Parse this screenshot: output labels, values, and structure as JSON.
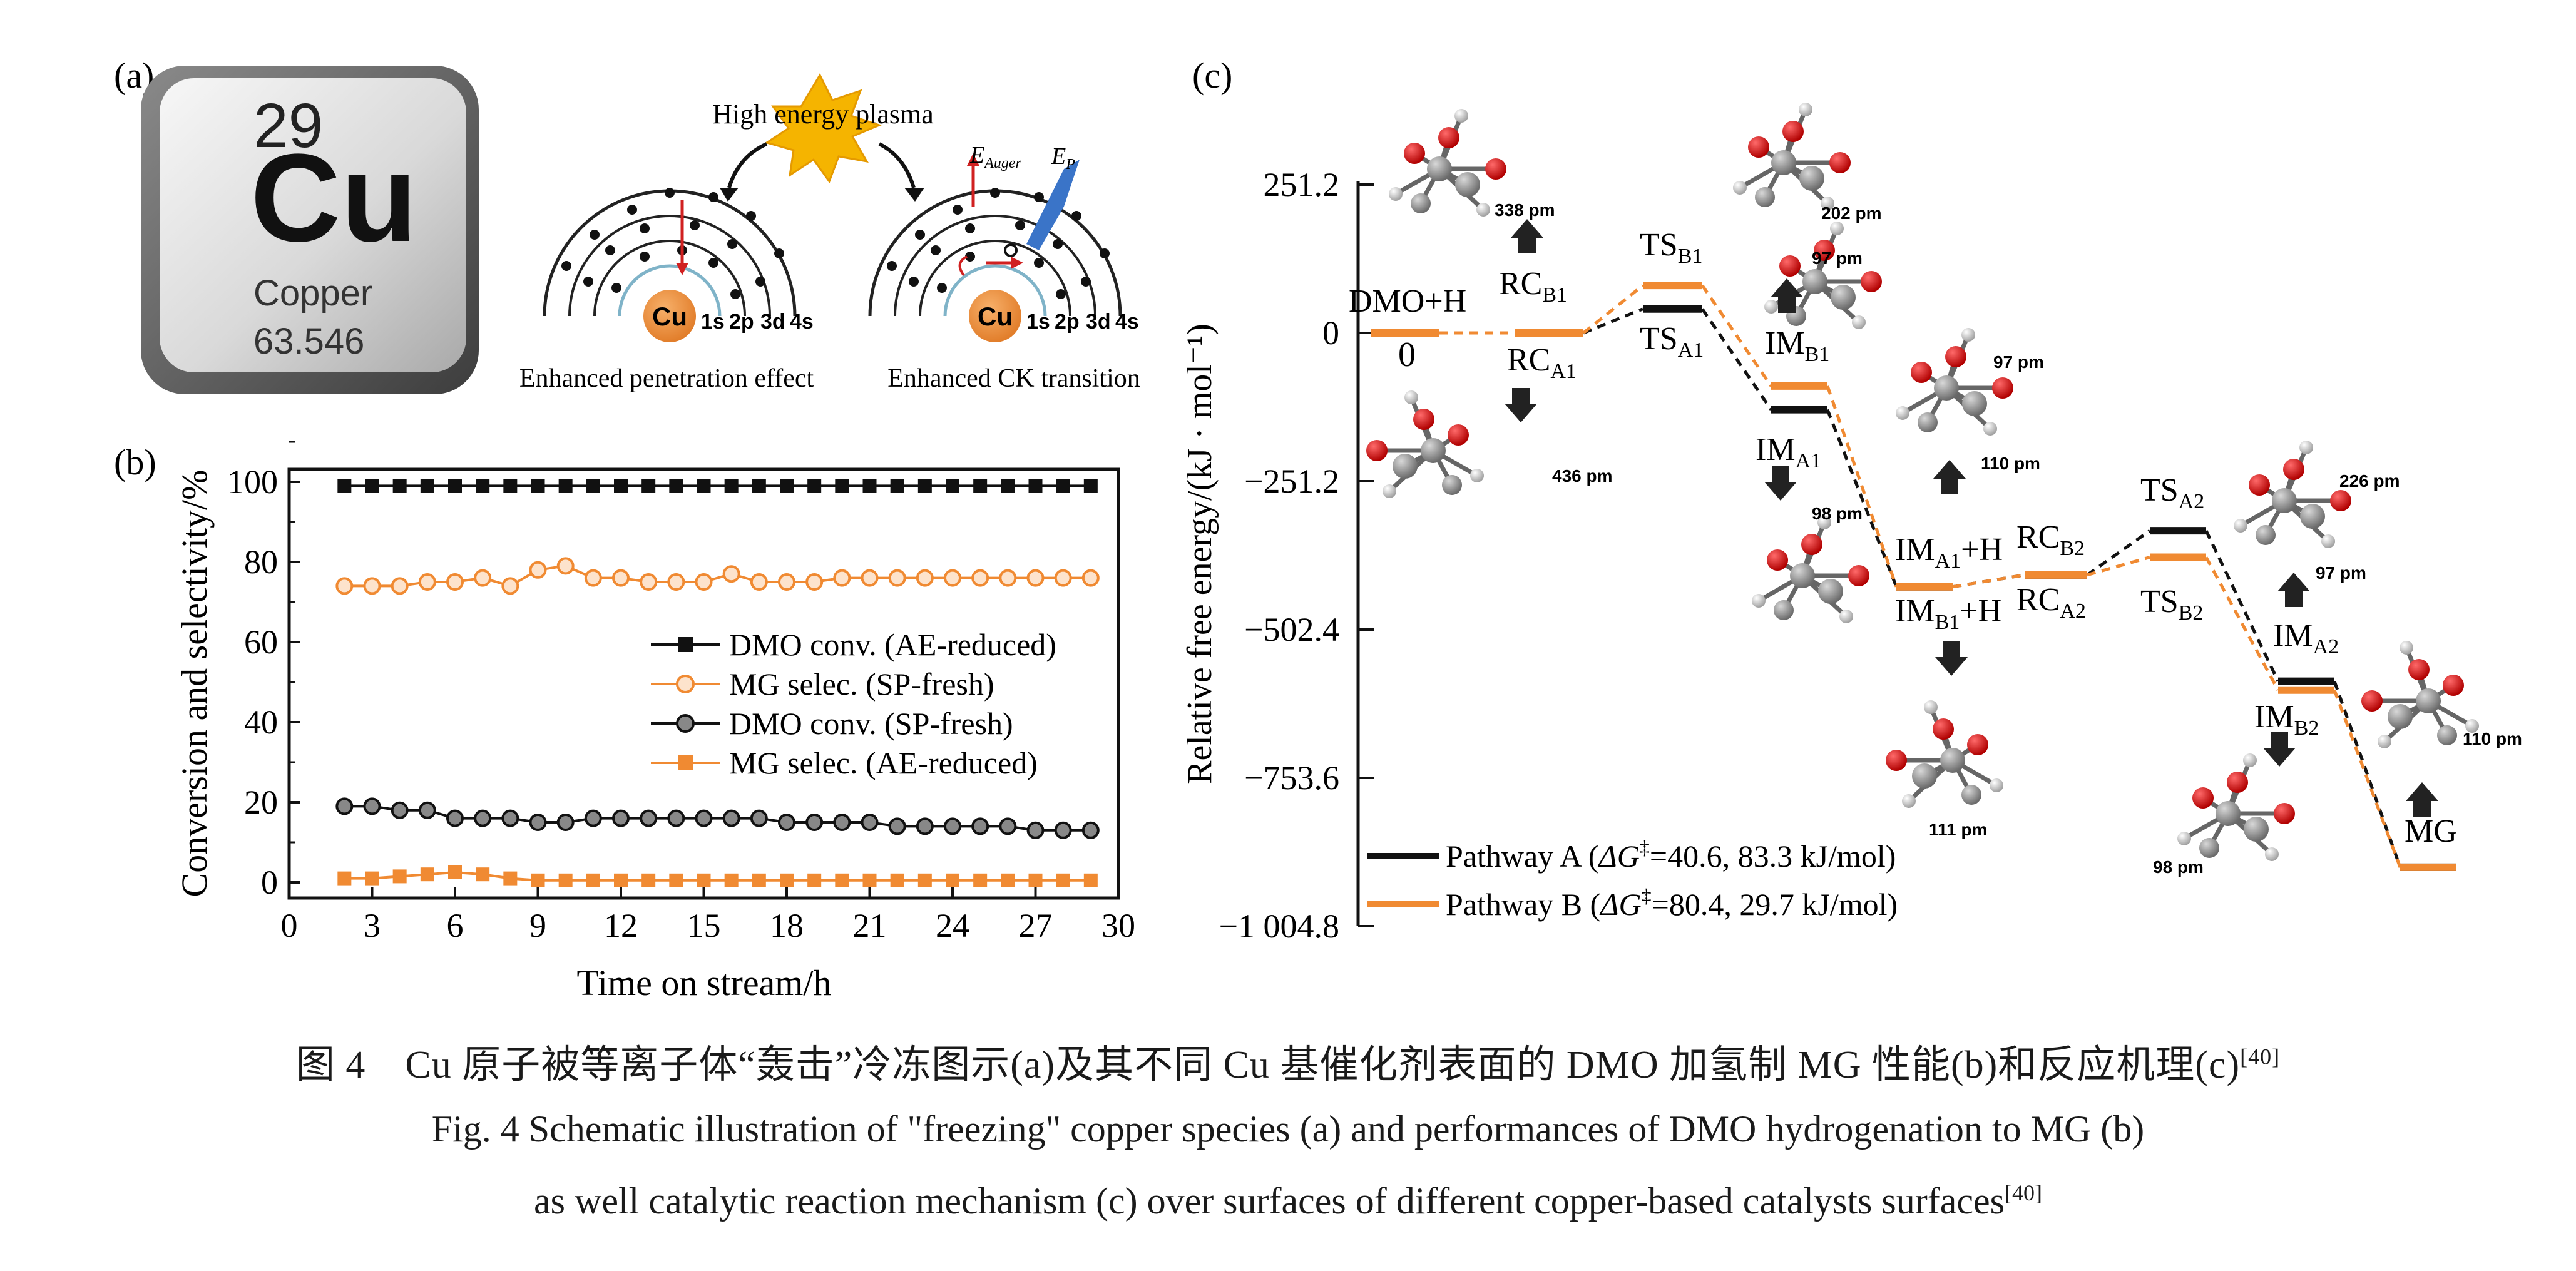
{
  "panel_a": {
    "label": "(a)",
    "element": {
      "number": "29",
      "symbol": "Cu",
      "name": "Copper",
      "mass": "63.546"
    },
    "plasma_label": "High energy plasma",
    "atom_core": "Cu",
    "shells": [
      "1s",
      "2p",
      "3d",
      "4s"
    ],
    "left_caption": "Enhanced penetration effect",
    "right_caption": "Enhanced CK transition",
    "e_auger": "E",
    "e_auger_sub": "Auger",
    "e_p": "E",
    "e_p_sub": "P"
  },
  "panel_b": {
    "label": "(b)",
    "chart_data": {
      "type": "line",
      "xlabel": "Time on stream/h",
      "ylabel": "Conversion and selectivity/%",
      "xlim": [
        0,
        30
      ],
      "ylim": [
        0,
        100
      ],
      "xticks": [
        0,
        3,
        6,
        9,
        12,
        15,
        18,
        21,
        24,
        27,
        30
      ],
      "yticks": [
        0,
        20,
        40,
        60,
        80,
        100
      ],
      "x": [
        2,
        3,
        4,
        5,
        6,
        7,
        8,
        9,
        10,
        11,
        12,
        13,
        14,
        15,
        16,
        17,
        18,
        19,
        20,
        21,
        22,
        23,
        24,
        25,
        26,
        27,
        28,
        29
      ],
      "legend_position": "center-right",
      "series": [
        {
          "name": "DMO conv. (AE-reduced)",
          "marker": "square-filled",
          "color": "#111111",
          "values": [
            99,
            99,
            99,
            99,
            99,
            99,
            99,
            99,
            99,
            99,
            99,
            99,
            99,
            99,
            99,
            99,
            99,
            99,
            99,
            99,
            99,
            99,
            99,
            99,
            99,
            99,
            99,
            99
          ]
        },
        {
          "name": "MG selec. (SP-fresh)",
          "marker": "circle-open",
          "color": "#f08a32",
          "values": [
            74,
            74,
            74,
            75,
            75,
            76,
            74,
            78,
            79,
            76,
            76,
            75,
            75,
            75,
            77,
            75,
            75,
            75,
            76,
            76,
            76,
            76,
            76,
            76,
            76,
            76,
            76,
            76
          ]
        },
        {
          "name": "DMO conv. (SP-fresh)",
          "marker": "circle-open",
          "color": "#111111",
          "values": [
            19,
            19,
            18,
            18,
            16,
            16,
            16,
            15,
            15,
            16,
            16,
            16,
            16,
            16,
            16,
            16,
            15,
            15,
            15,
            15,
            14,
            14,
            14,
            14,
            14,
            13,
            13,
            13
          ]
        },
        {
          "name": "MG selec. (AE-reduced)",
          "marker": "square-filled",
          "color": "#f08a32",
          "values": [
            1,
            1,
            1.5,
            2,
            2.5,
            2,
            1,
            0.5,
            0.5,
            0.5,
            0.5,
            0.5,
            0.5,
            0.5,
            0.5,
            0.5,
            0.5,
            0.5,
            0.5,
            0.5,
            0.5,
            0.5,
            0.5,
            0.5,
            0.5,
            0.5,
            0.5,
            0.5
          ]
        }
      ]
    }
  },
  "panel_c": {
    "label": "(c)",
    "chart_data": {
      "type": "line",
      "ylabel": "Relative free energy/(kJ · mol⁻¹)",
      "ylim": [
        -1004.8,
        251.2
      ],
      "yticks": [
        251.2,
        0,
        -251.2,
        -502.4,
        -753.6,
        -1004.8
      ],
      "ytick_labels": [
        "251.2",
        "0",
        "−251.2",
        "−502.4",
        "−753.6",
        "−1 004.8"
      ],
      "zero_label": "0",
      "series": [
        {
          "name": "Pathway A (ΔG‡=40.6, 83.3 kJ/mol)",
          "color": "#111111",
          "levels": [
            {
              "state": "DMO+H",
              "value": 0
            },
            {
              "state": "RCA1",
              "value": 0
            },
            {
              "state": "TSA1",
              "value": 40.6
            },
            {
              "state": "IMA1",
              "value": -130
            },
            {
              "state": "IMA1+H",
              "value": -430
            },
            {
              "state": "RCA2",
              "value": -410
            },
            {
              "state": "TSA2",
              "value": -335
            },
            {
              "state": "IMA2",
              "value": -590
            },
            {
              "state": "MG",
              "value": -905
            }
          ]
        },
        {
          "name": "Pathway B (ΔG‡=80.4, 29.7 kJ/mol)",
          "color": "#f08a32",
          "levels": [
            {
              "state": "DMO+H",
              "value": 0
            },
            {
              "state": "RCB1",
              "value": 0
            },
            {
              "state": "TSB1",
              "value": 80.4
            },
            {
              "state": "IMB1",
              "value": -90
            },
            {
              "state": "IMB1+H",
              "value": -430
            },
            {
              "state": "RCB2",
              "value": -410
            },
            {
              "state": "TSB2",
              "value": -380
            },
            {
              "state": "IMB2",
              "value": -605
            },
            {
              "state": "MG",
              "value": -905
            }
          ]
        }
      ],
      "state_labels": {
        "dmo": "DMO+H",
        "rcb1": [
          "RC",
          "B1"
        ],
        "rca1": [
          "RC",
          "A1"
        ],
        "tsb1": [
          "TS",
          "B1"
        ],
        "tsa1": [
          "TS",
          "A1"
        ],
        "imb1": [
          "IM",
          "B1"
        ],
        "ima1": [
          "IM",
          "A1"
        ],
        "ima1h": [
          "IM",
          "A1",
          "+H"
        ],
        "imb1h": [
          "IM",
          "B1",
          "+H"
        ],
        "rcb2": [
          "RC",
          "B2"
        ],
        "rca2": [
          "RC",
          "A2"
        ],
        "tsa2": [
          "TS",
          "A2"
        ],
        "tsb2": [
          "TS",
          "B2"
        ],
        "ima2": [
          "IM",
          "A2"
        ],
        "imb2": [
          "IM",
          "B2"
        ],
        "mg": "MG"
      },
      "legend": {
        "a_prefix": "Pathway A (",
        "a_suffix": "=40.6, 83.3 kJ/mol)",
        "b_prefix": "Pathway B (",
        "b_suffix": "=80.4, 29.7 kJ/mol)",
        "dg": "ΔG",
        "dagger": "‡"
      },
      "distance_labels": [
        "338 pm",
        "436 pm",
        "202 pm",
        "97 pm",
        "98 pm",
        "97 pm",
        "110 pm",
        "111 pm",
        "226 pm",
        "97 pm",
        "110 pm",
        "98 pm"
      ]
    }
  },
  "caption": {
    "cn": "图 4　Cu 原子被等离子体“轰击”冷冻图示(a)及其不同 Cu 基催化剂表面的 DMO 加氢制 MG 性能(b)和反应机理(c)",
    "en_line1": "Fig. 4  Schematic illustration of \"freezing\" copper species (a) and performances of DMO hydrogenation to MG (b)",
    "en_line2": "as well catalytic reaction mechanism (c) over surfaces of different copper-based catalysts surfaces",
    "ref": "[40]"
  }
}
